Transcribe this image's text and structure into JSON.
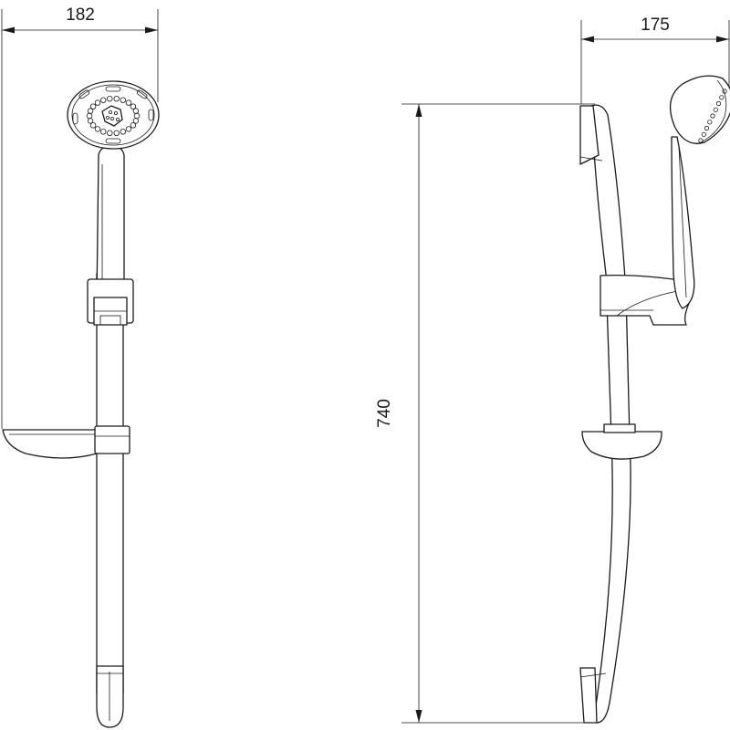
{
  "dimensions": {
    "front_width": "182",
    "side_depth": "175",
    "height": "740"
  }
}
